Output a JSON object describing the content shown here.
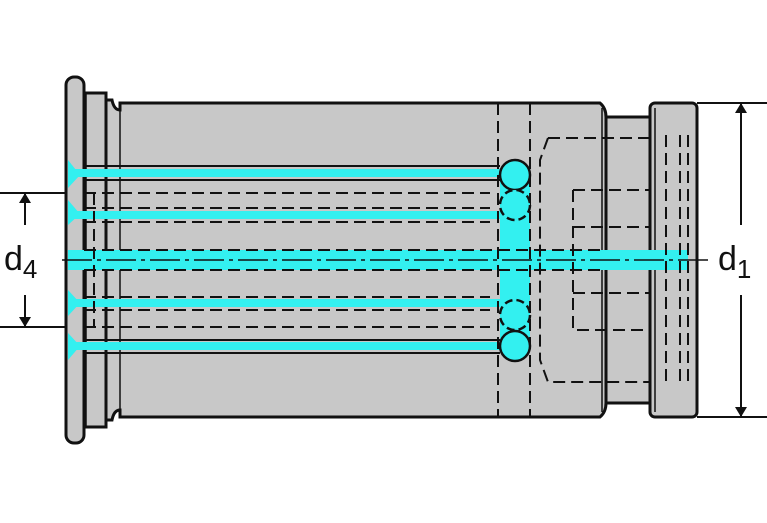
{
  "drawing": {
    "dimension_d4": {
      "symbol": "d",
      "subscript": "4"
    },
    "dimension_d1": {
      "symbol": "d",
      "subscript": "1"
    },
    "colors": {
      "body": "#c8c8c8",
      "coolant": "#33f0f0",
      "line": "#111111"
    }
  }
}
